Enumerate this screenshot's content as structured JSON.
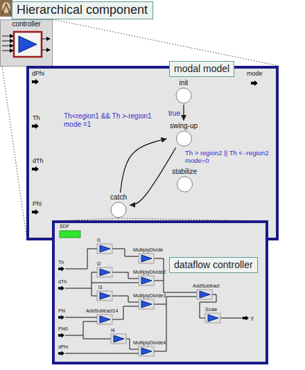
{
  "diagram": {
    "nodes": [
      {
        "text": [
          "Hierarchical component"
        ]
      },
      {
        "text": [
          "controller"
        ]
      },
      {
        "text": [
          "modal model"
        ]
      },
      {
        "text": [
          "init"
        ],
        "in": 2
      },
      {
        "text": [
          "swing-up"
        ],
        "in": 2
      },
      {
        "text": [
          "stabilize"
        ],
        "in": 2
      },
      {
        "text": [
          "catch"
        ],
        "in": 2
      },
      {
        "text": [
          "dataflow controller"
        ]
      }
    ],
    "edges": [
      {
        "from": 3,
        "to": 4,
        "arrow": "to",
        "label": "true"
      },
      {
        "from": 6,
        "to": 4,
        "arrow": "to",
        "label": "Th<region1 && Th >-region1 mode =1"
      },
      {
        "from": 4,
        "to": 6,
        "arrow": "to",
        "label": "Th > region2 || Th < -region2 mode=0"
      }
    ],
    "labels": [
      "dPhi",
      "Th",
      "dTh",
      "Phi",
      "mode",
      "SDF",
      "l1",
      "MultiplyDivide",
      "l2",
      "MultiplyDivide2",
      "l3",
      "MultiplyDivide3",
      "AddSubtract",
      "Th",
      "dTh",
      "AddSubtract14",
      "Phi",
      "Phi0",
      "l4",
      "MultiplyDivide4",
      "dPhi",
      "Scale",
      "y"
    ]
  }
}
